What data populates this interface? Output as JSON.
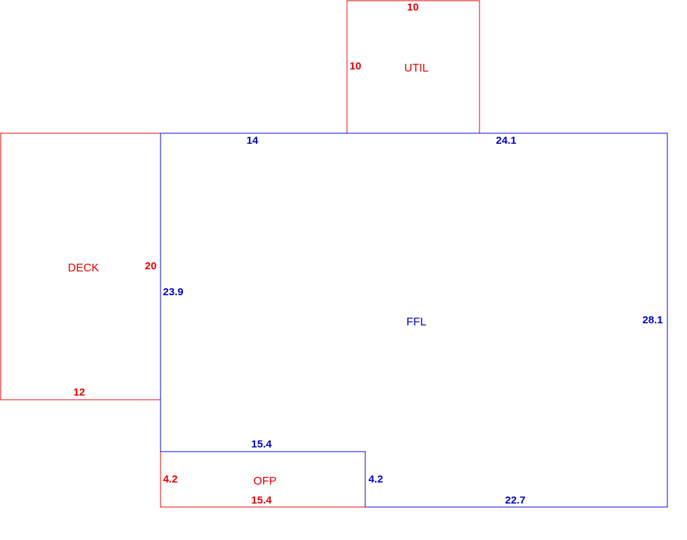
{
  "areas": {
    "util": {
      "label": "UTIL",
      "top": "10",
      "left": "10"
    },
    "deck": {
      "label": "DECK",
      "right": "20",
      "bottom": "12"
    },
    "ffl": {
      "label": "FFL",
      "top_left": "14",
      "top_right": "24.1",
      "left": "23.9",
      "right": "28.1",
      "bottom": "22.7",
      "notch_top": "15.4",
      "notch_right": "4.2"
    },
    "ofp": {
      "label": "OFP",
      "left": "4.2",
      "bottom": "15.4"
    }
  },
  "colors": {
    "red": "#e00000",
    "blue": "#0000d0"
  }
}
